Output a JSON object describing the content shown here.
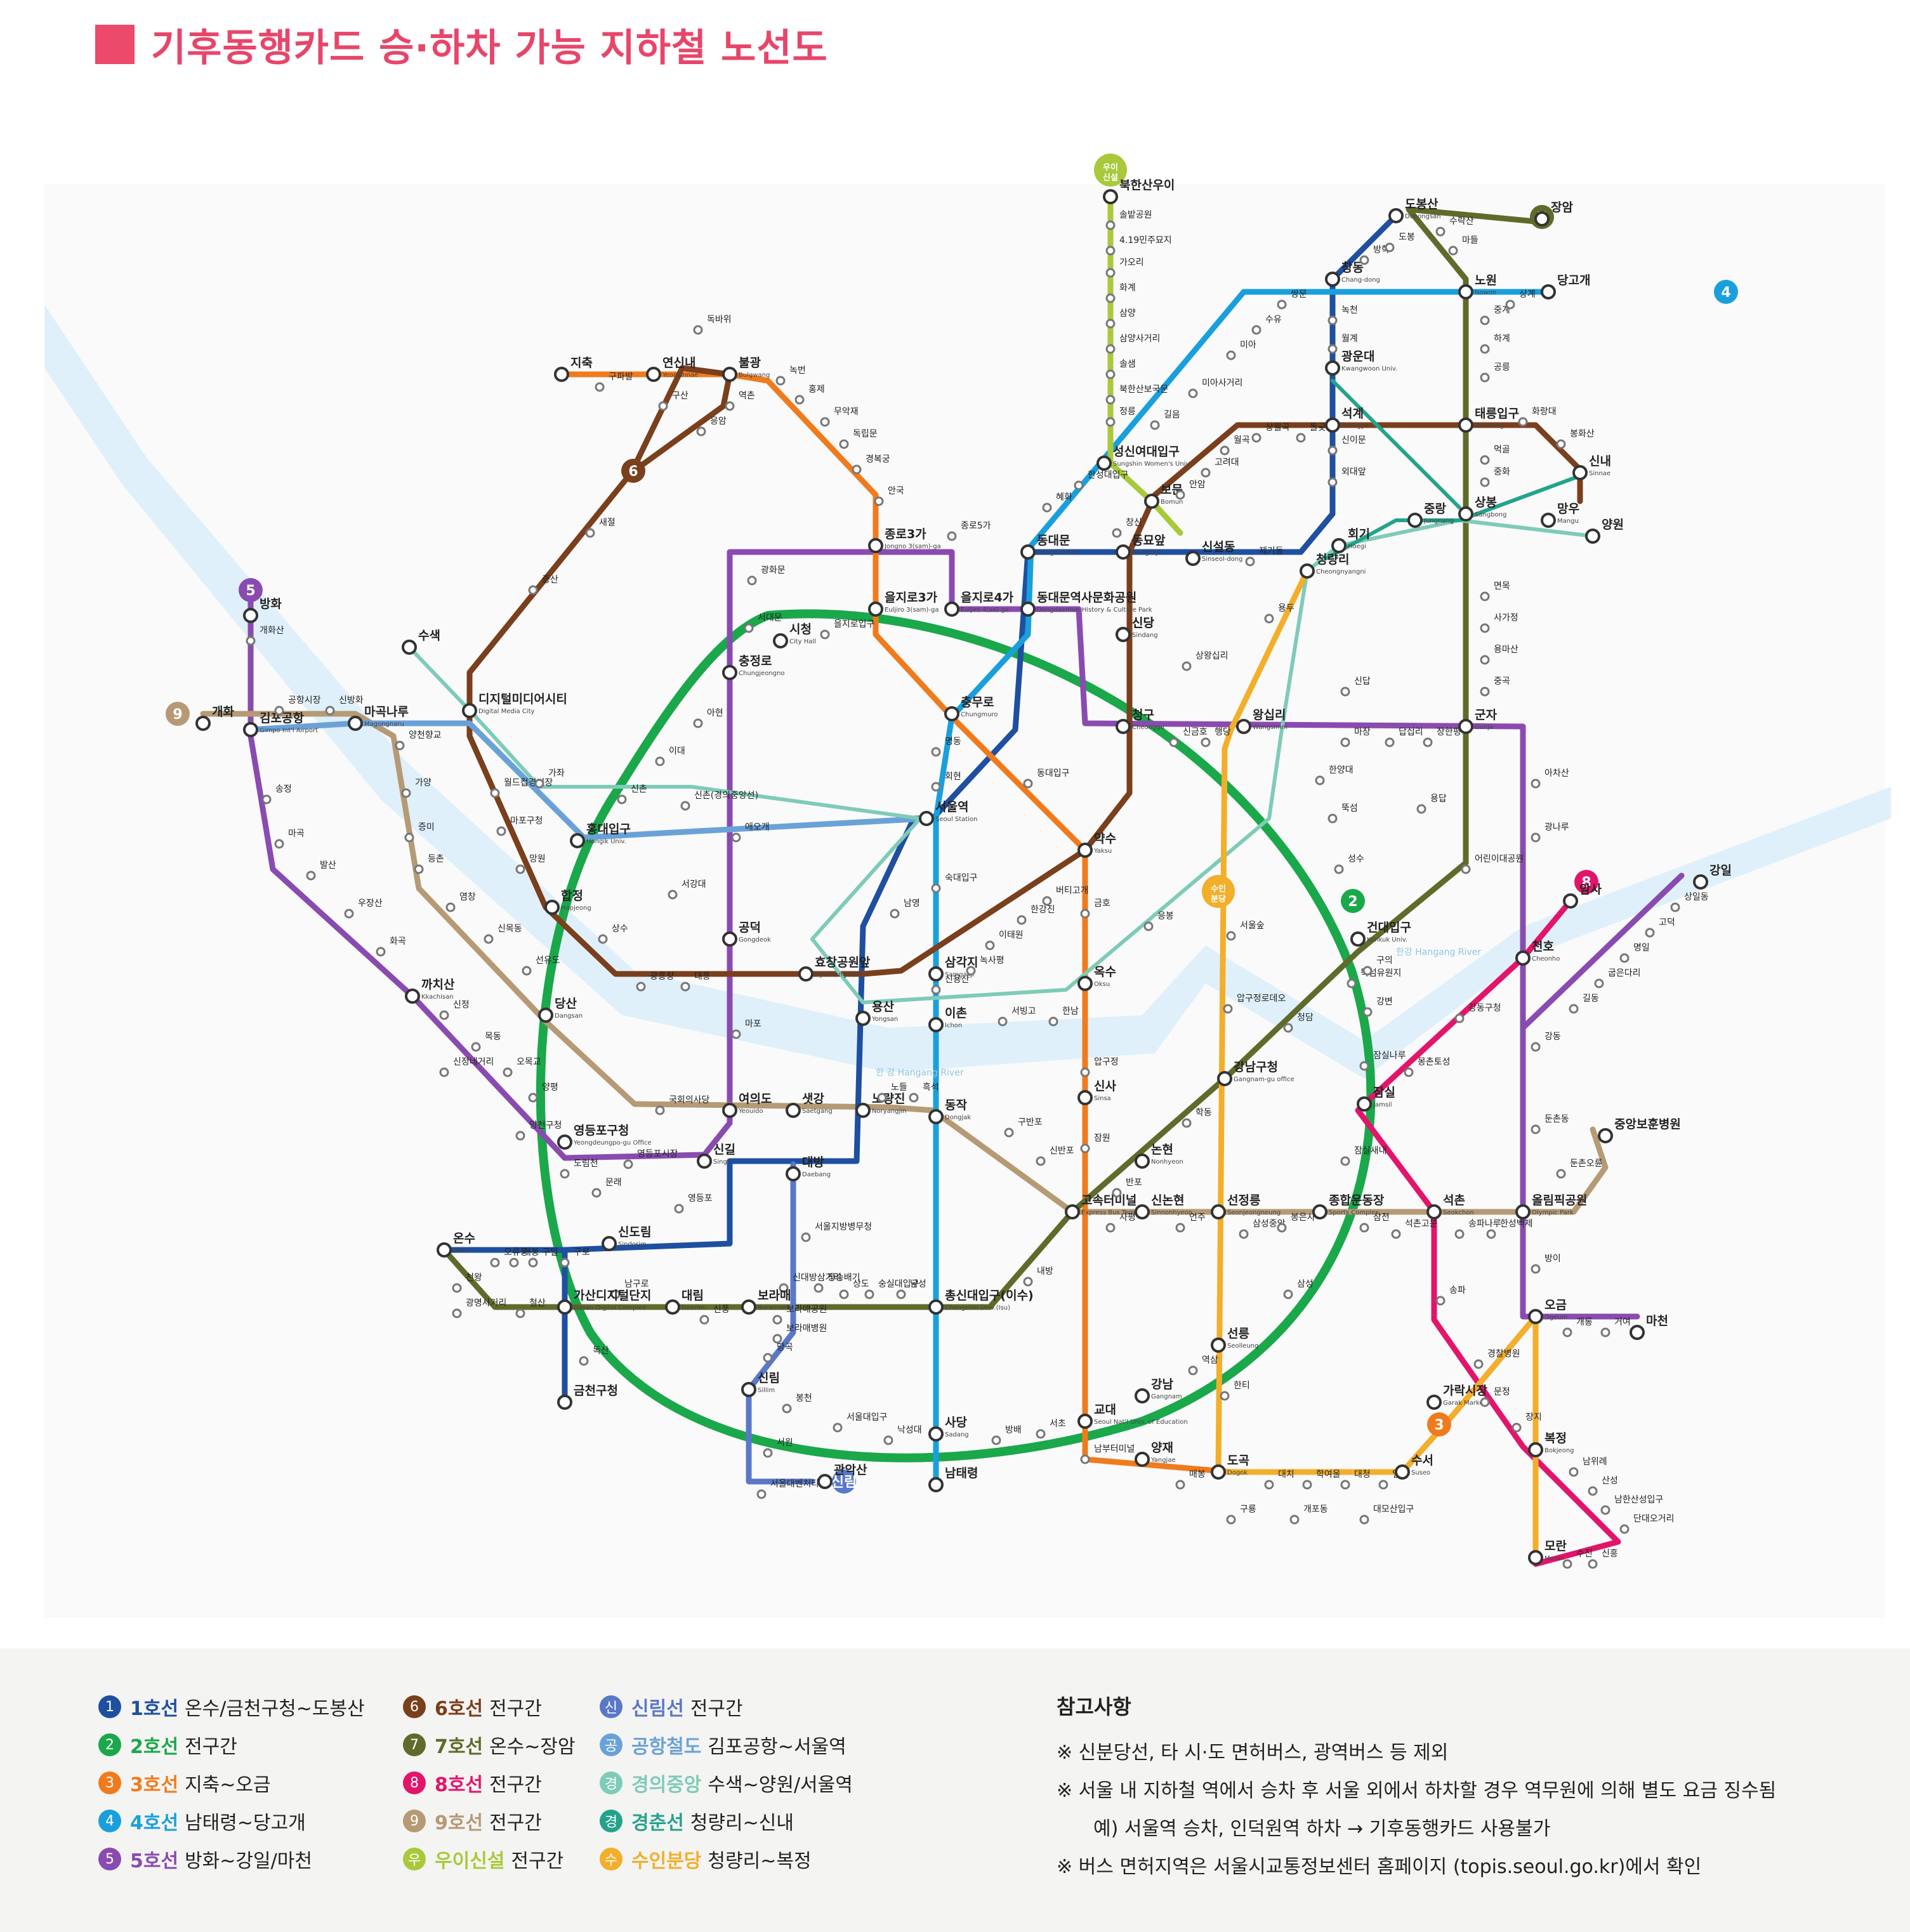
{
  "title": "기후동행카드 승·하차 가능 지하철 노선도",
  "colors": {
    "title": "#e7466a",
    "line1": "#1e4fa0",
    "line2": "#1aa84b",
    "line3": "#f07b1d",
    "line4": "#19a0dc",
    "line5": "#8a4bb0",
    "line6": "#7a3f1c",
    "line7": "#5f6b2a",
    "line8": "#e3156b",
    "line9": "#b59a75",
    "airport": "#6aa2d8",
    "gyeongui": "#7ecbb8",
    "gyeongchun": "#24a38c",
    "ui": "#a9c93a",
    "suin": "#f3ae2a",
    "sillim": "#5a78c8",
    "river": "#dff0fa"
  },
  "line_badges": [
    {
      "id": "line5",
      "text": "5"
    },
    {
      "id": "line9",
      "text": "9"
    },
    {
      "id": "line6",
      "text": "6"
    },
    {
      "id": "line7",
      "text": "7"
    },
    {
      "id": "line4",
      "text": "4"
    },
    {
      "id": "line2",
      "text": "2"
    },
    {
      "id": "line8",
      "text": "8"
    },
    {
      "id": "line3",
      "text": "3"
    },
    {
      "id": "ui",
      "text": "우이\n신설"
    },
    {
      "id": "sillim",
      "text": "신림"
    },
    {
      "id": "suin",
      "text": "수인\n분당"
    }
  ],
  "stations": [
    {
      "name": "방화",
      "en": ""
    },
    {
      "name": "개화산",
      "en": ""
    },
    {
      "name": "김포공항",
      "en": "Gimpo Int'l Airport"
    },
    {
      "name": "공항시장",
      "en": ""
    },
    {
      "name": "신방화",
      "en": ""
    },
    {
      "name": "마곡나루",
      "en": "Magongnaru"
    },
    {
      "name": "양천향교",
      "en": ""
    },
    {
      "name": "가양",
      "en": ""
    },
    {
      "name": "증미",
      "en": ""
    },
    {
      "name": "등촌",
      "en": ""
    },
    {
      "name": "염창",
      "en": ""
    },
    {
      "name": "신목동",
      "en": ""
    },
    {
      "name": "선유도",
      "en": ""
    },
    {
      "name": "당산",
      "en": "Dangsan"
    },
    {
      "name": "국회의사당",
      "en": ""
    },
    {
      "name": "여의도",
      "en": "Yeouido"
    },
    {
      "name": "샛강",
      "en": "Saetgang"
    },
    {
      "name": "노량진",
      "en": "Noryangjin"
    },
    {
      "name": "노들",
      "en": ""
    },
    {
      "name": "흑석",
      "en": ""
    },
    {
      "name": "동작",
      "en": "Dongjak"
    },
    {
      "name": "구반포",
      "en": ""
    },
    {
      "name": "신반포",
      "en": ""
    },
    {
      "name": "고속터미널",
      "en": "Express Bus Terminal"
    },
    {
      "name": "사평",
      "en": ""
    },
    {
      "name": "신논현",
      "en": "Sinnonhyeon"
    },
    {
      "name": "언주",
      "en": ""
    },
    {
      "name": "선정릉",
      "en": "Seonjeongneung"
    },
    {
      "name": "삼성중앙",
      "en": ""
    },
    {
      "name": "봉은사",
      "en": ""
    },
    {
      "name": "종합운동장",
      "en": "Sports Complex"
    },
    {
      "name": "삼전",
      "en": ""
    },
    {
      "name": "석촌고분",
      "en": ""
    },
    {
      "name": "석촌",
      "en": "Seokchon"
    },
    {
      "name": "송파나루",
      "en": ""
    },
    {
      "name": "한성백제",
      "en": ""
    },
    {
      "name": "올림픽공원",
      "en": "Olympic Park"
    },
    {
      "name": "둔촌오륜",
      "en": ""
    },
    {
      "name": "중앙보훈병원",
      "en": ""
    },
    {
      "name": "개화",
      "en": ""
    },
    {
      "name": "송정",
      "en": ""
    },
    {
      "name": "마곡",
      "en": ""
    },
    {
      "name": "발산",
      "en": ""
    },
    {
      "name": "우장산",
      "en": ""
    },
    {
      "name": "화곡",
      "en": ""
    },
    {
      "name": "까치산",
      "en": "Kkachisan"
    },
    {
      "name": "신정",
      "en": ""
    },
    {
      "name": "목동",
      "en": ""
    },
    {
      "name": "오목교",
      "en": ""
    },
    {
      "name": "양평",
      "en": ""
    },
    {
      "name": "영등포구청",
      "en": "Yeongdeungpo-gu Office"
    },
    {
      "name": "영등포시장",
      "en": ""
    },
    {
      "name": "신길",
      "en": "Singil"
    },
    {
      "name": "마포",
      "en": ""
    },
    {
      "name": "공덕",
      "en": "Gongdeok"
    },
    {
      "name": "애오개",
      "en": ""
    },
    {
      "name": "충정로",
      "en": "Chungjeongno"
    },
    {
      "name": "서대문",
      "en": ""
    },
    {
      "name": "광화문",
      "en": ""
    },
    {
      "name": "종로3가",
      "en": "Jongno 3(sam)-ga"
    },
    {
      "name": "을지로4가",
      "en": "Euljiro 4(sa)-ga"
    },
    {
      "name": "동대문역사문화공원",
      "en": "Dongdaemun History & Culture Park"
    },
    {
      "name": "청구",
      "en": "Cheonggu"
    },
    {
      "name": "신금호",
      "en": ""
    },
    {
      "name": "행당",
      "en": ""
    },
    {
      "name": "왕십리",
      "en": "Wangsimni"
    },
    {
      "name": "마장",
      "en": ""
    },
    {
      "name": "답십리",
      "en": ""
    },
    {
      "name": "장한평",
      "en": ""
    },
    {
      "name": "군자",
      "en": "Gunja"
    },
    {
      "name": "아차산",
      "en": ""
    },
    {
      "name": "광나루",
      "en": ""
    },
    {
      "name": "천호",
      "en": "Cheonho"
    },
    {
      "name": "강동",
      "en": ""
    },
    {
      "name": "길동",
      "en": ""
    },
    {
      "name": "굽은다리",
      "en": ""
    },
    {
      "name": "명일",
      "en": ""
    },
    {
      "name": "고덕",
      "en": ""
    },
    {
      "name": "상일동",
      "en": ""
    },
    {
      "name": "강일",
      "en": ""
    },
    {
      "name": "둔촌동",
      "en": ""
    },
    {
      "name": "방이",
      "en": ""
    },
    {
      "name": "오금",
      "en": "Ogeum"
    },
    {
      "name": "개롱",
      "en": ""
    },
    {
      "name": "거여",
      "en": ""
    },
    {
      "name": "마천",
      "en": ""
    },
    {
      "name": "응암",
      "en": ""
    },
    {
      "name": "역촌",
      "en": ""
    },
    {
      "name": "불광",
      "en": "Bulgwang"
    },
    {
      "name": "독바위",
      "en": ""
    },
    {
      "name": "연신내",
      "en": "Yeonsinnae"
    },
    {
      "name": "구산",
      "en": ""
    },
    {
      "name": "새절",
      "en": ""
    },
    {
      "name": "증산",
      "en": ""
    },
    {
      "name": "디지털미디어시티",
      "en": "Digital Media City"
    },
    {
      "name": "월드컵경기장",
      "en": ""
    },
    {
      "name": "마포구청",
      "en": ""
    },
    {
      "name": "망원",
      "en": ""
    },
    {
      "name": "합정",
      "en": "Hapjeong"
    },
    {
      "name": "상수",
      "en": ""
    },
    {
      "name": "광흥창",
      "en": ""
    },
    {
      "name": "대흥",
      "en": ""
    },
    {
      "name": "효창공원앞",
      "en": "Hyochang Park"
    },
    {
      "name": "삼각지",
      "en": "Samgakji"
    },
    {
      "name": "녹사평",
      "en": ""
    },
    {
      "name": "이태원",
      "en": ""
    },
    {
      "name": "한강진",
      "en": ""
    },
    {
      "name": "버티고개",
      "en": ""
    },
    {
      "name": "약수",
      "en": "Yaksu"
    },
    {
      "name": "신당",
      "en": "Sindang"
    },
    {
      "name": "동묘앞",
      "en": "Dongmyo"
    },
    {
      "name": "창신",
      "en": ""
    },
    {
      "name": "보문",
      "en": "Bomun"
    },
    {
      "name": "안암",
      "en": ""
    },
    {
      "name": "고려대",
      "en": ""
    },
    {
      "name": "월곡",
      "en": ""
    },
    {
      "name": "상월곡",
      "en": ""
    },
    {
      "name": "돌곶이",
      "en": ""
    },
    {
      "name": "석계",
      "en": "Seokgye"
    },
    {
      "name": "태릉입구",
      "en": "Taereung"
    },
    {
      "name": "화랑대",
      "en": ""
    },
    {
      "name": "봉화산",
      "en": ""
    },
    {
      "name": "신내",
      "en": "Sinnae"
    },
    {
      "name": "장암",
      "en": ""
    },
    {
      "name": "도봉산",
      "en": "Dobongsan"
    },
    {
      "name": "수락산",
      "en": ""
    },
    {
      "name": "마들",
      "en": ""
    },
    {
      "name": "노원",
      "en": "Nowon"
    },
    {
      "name": "중계",
      "en": ""
    },
    {
      "name": "하계",
      "en": ""
    },
    {
      "name": "공릉",
      "en": ""
    },
    {
      "name": "먹골",
      "en": ""
    },
    {
      "name": "중화",
      "en": ""
    },
    {
      "name": "상봉",
      "en": "Sangbong"
    },
    {
      "name": "면목",
      "en": ""
    },
    {
      "name": "사가정",
      "en": ""
    },
    {
      "name": "용마산",
      "en": ""
    },
    {
      "name": "중곡",
      "en": ""
    },
    {
      "name": "어린이대공원",
      "en": ""
    },
    {
      "name": "건대입구",
      "en": "Konkuk Univ."
    },
    {
      "name": "뚝섬유원지",
      "en": ""
    },
    {
      "name": "청담",
      "en": ""
    },
    {
      "name": "강남구청",
      "en": "Gangnam-gu office"
    },
    {
      "name": "학동",
      "en": ""
    },
    {
      "name": "논현",
      "en": "Nonhyeon"
    },
    {
      "name": "반포",
      "en": ""
    },
    {
      "name": "내방",
      "en": ""
    },
    {
      "name": "총신대입구(이수)",
      "en": "Chongshin Univ.(Isu)"
    },
    {
      "name": "남성",
      "en": ""
    },
    {
      "name": "숭실대입구",
      "en": ""
    },
    {
      "name": "상도",
      "en": ""
    },
    {
      "name": "장승배기",
      "en": ""
    },
    {
      "name": "신대방삼거리",
      "en": ""
    },
    {
      "name": "보라매",
      "en": "Boramae"
    },
    {
      "name": "신풍",
      "en": ""
    },
    {
      "name": "대림",
      "en": "Daerim"
    },
    {
      "name": "남구로",
      "en": ""
    },
    {
      "name": "가산디지털단지",
      "en": "Gasan Digital Complex"
    },
    {
      "name": "철산",
      "en": ""
    },
    {
      "name": "광명사거리",
      "en": ""
    },
    {
      "name": "천왕",
      "en": ""
    },
    {
      "name": "온수",
      "en": "Onsu"
    },
    {
      "name": "오류동",
      "en": ""
    },
    {
      "name": "개봉",
      "en": ""
    },
    {
      "name": "구일",
      "en": ""
    },
    {
      "name": "구로",
      "en": ""
    },
    {
      "name": "신도림",
      "en": "Sindorim"
    },
    {
      "name": "독산",
      "en": ""
    },
    {
      "name": "금천구청",
      "en": ""
    },
    {
      "name": "영등포",
      "en": ""
    },
    {
      "name": "대방",
      "en": "Daebang"
    },
    {
      "name": "서울지방병무청",
      "en": ""
    },
    {
      "name": "보라매공원",
      "en": ""
    },
    {
      "name": "보라매병원",
      "en": ""
    },
    {
      "name": "당곡",
      "en": ""
    },
    {
      "name": "신림",
      "en": "Sillim"
    },
    {
      "name": "서원",
      "en": ""
    },
    {
      "name": "서울대벤처타운",
      "en": ""
    },
    {
      "name": "관악산",
      "en": ""
    },
    {
      "name": "봉천",
      "en": ""
    },
    {
      "name": "서울대입구",
      "en": ""
    },
    {
      "name": "낙성대",
      "en": ""
    },
    {
      "name": "사당",
      "en": "Sadang"
    },
    {
      "name": "방배",
      "en": ""
    },
    {
      "name": "서초",
      "en": ""
    },
    {
      "name": "교대",
      "en": "Seoul Nat'l Univ. of Education"
    },
    {
      "name": "강남",
      "en": "Gangnam"
    },
    {
      "name": "역삼",
      "en": ""
    },
    {
      "name": "선릉",
      "en": "Seolleung"
    },
    {
      "name": "삼성",
      "en": ""
    },
    {
      "name": "잠실새내",
      "en": ""
    },
    {
      "name": "잠실",
      "en": "Jamsil"
    },
    {
      "name": "잠실나루",
      "en": ""
    },
    {
      "name": "강변",
      "en": ""
    },
    {
      "name": "구의",
      "en": ""
    },
    {
      "name": "성수",
      "en": ""
    },
    {
      "name": "뚝섬",
      "en": ""
    },
    {
      "name": "한양대",
      "en": ""
    },
    {
      "name": "용답",
      "en": ""
    },
    {
      "name": "신답",
      "en": ""
    },
    {
      "name": "용두",
      "en": ""
    },
    {
      "name": "신설동",
      "en": "Sinseol-dong"
    },
    {
      "name": "상왕십리",
      "en": ""
    },
    {
      "name": "신당",
      "en": ""
    },
    {
      "name": "을지로3가",
      "en": "Euljiro 3(sam)-ga"
    },
    {
      "name": "을지로입구",
      "en": ""
    },
    {
      "name": "시청",
      "en": "City Hall"
    },
    {
      "name": "이대",
      "en": ""
    },
    {
      "name": "아현",
      "en": ""
    },
    {
      "name": "신촌",
      "en": ""
    },
    {
      "name": "홍대입구",
      "en": "Hongik Univ."
    },
    {
      "name": "남태령",
      "en": ""
    },
    {
      "name": "이촌",
      "en": "Ichon"
    },
    {
      "name": "신용산",
      "en": ""
    },
    {
      "name": "숙대입구",
      "en": ""
    },
    {
      "name": "서울역",
      "en": "Seoul Station"
    },
    {
      "name": "회현",
      "en": ""
    },
    {
      "name": "명동",
      "en": ""
    },
    {
      "name": "충무로",
      "en": "Chungmuro"
    },
    {
      "name": "동대입구",
      "en": ""
    },
    {
      "name": "금호",
      "en": ""
    },
    {
      "name": "옥수",
      "en": "Oksu"
    },
    {
      "name": "압구정",
      "en": ""
    },
    {
      "name": "신사",
      "en": "Sinsa"
    },
    {
      "name": "잠원",
      "en": ""
    },
    {
      "name": "남부터미널",
      "en": ""
    },
    {
      "name": "양재",
      "en": "Yangjae"
    },
    {
      "name": "매봉",
      "en": ""
    },
    {
      "name": "도곡",
      "en": "Dogok"
    },
    {
      "name": "대치",
      "en": ""
    },
    {
      "name": "학여울",
      "en": ""
    },
    {
      "name": "대청",
      "en": ""
    },
    {
      "name": "일원",
      "en": ""
    },
    {
      "name": "수서",
      "en": "Suseo"
    },
    {
      "name": "가락시장",
      "en": "Garak Market"
    },
    {
      "name": "경찰병원",
      "en": ""
    },
    {
      "name": "문정",
      "en": ""
    },
    {
      "name": "장지",
      "en": ""
    },
    {
      "name": "복정",
      "en": "Bokjeong"
    },
    {
      "name": "남위례",
      "en": ""
    },
    {
      "name": "산성",
      "en": ""
    },
    {
      "name": "남한산성입구",
      "en": ""
    },
    {
      "name": "단대오거리",
      "en": ""
    },
    {
      "name": "신흥",
      "en": ""
    },
    {
      "name": "수진",
      "en": ""
    },
    {
      "name": "모란",
      "en": "Moran"
    },
    {
      "name": "암사",
      "en": ""
    },
    {
      "name": "몽촌토성",
      "en": ""
    },
    {
      "name": "강동구청",
      "en": ""
    },
    {
      "name": "송파",
      "en": ""
    },
    {
      "name": "구룡",
      "en": ""
    },
    {
      "name": "개포동",
      "en": ""
    },
    {
      "name": "대모산입구",
      "en": ""
    },
    {
      "name": "한티",
      "en": ""
    },
    {
      "name": "압구정로데오",
      "en": ""
    },
    {
      "name": "서울숲",
      "en": ""
    },
    {
      "name": "청량리",
      "en": "Cheongnyangni"
    },
    {
      "name": "회기",
      "en": "Hoegi"
    },
    {
      "name": "중랑",
      "en": "Jungnang"
    },
    {
      "name": "망우",
      "en": "Mangu"
    },
    {
      "name": "양원",
      "en": ""
    },
    {
      "name": "제기동",
      "en": ""
    },
    {
      "name": "동대문",
      "en": "Dongdaemun"
    },
    {
      "name": "종로5가",
      "en": ""
    },
    {
      "name": "외대앞",
      "en": ""
    },
    {
      "name": "신이문",
      "en": ""
    },
    {
      "name": "광운대",
      "en": "Kwangwoon Univ."
    },
    {
      "name": "월계",
      "en": ""
    },
    {
      "name": "녹천",
      "en": ""
    },
    {
      "name": "창동",
      "en": "Chang-dong"
    },
    {
      "name": "방학",
      "en": ""
    },
    {
      "name": "도봉",
      "en": ""
    },
    {
      "name": "쌍문",
      "en": ""
    },
    {
      "name": "수유",
      "en": ""
    },
    {
      "name": "미아",
      "en": ""
    },
    {
      "name": "미아사거리",
      "en": ""
    },
    {
      "name": "길음",
      "en": ""
    },
    {
      "name": "성신여대입구",
      "en": "Sungshin Women's Univ."
    },
    {
      "name": "한성대입구",
      "en": ""
    },
    {
      "name": "혜화",
      "en": ""
    },
    {
      "name": "당고개",
      "en": ""
    },
    {
      "name": "상계",
      "en": ""
    },
    {
      "name": "북한산우이",
      "en": ""
    },
    {
      "name": "솔밭공원",
      "en": ""
    },
    {
      "name": "4.19민주묘지",
      "en": ""
    },
    {
      "name": "가오리",
      "en": ""
    },
    {
      "name": "화계",
      "en": ""
    },
    {
      "name": "삼양",
      "en": ""
    },
    {
      "name": "삼양사거리",
      "en": ""
    },
    {
      "name": "솔샘",
      "en": ""
    },
    {
      "name": "북한산보국문",
      "en": ""
    },
    {
      "name": "정릉",
      "en": ""
    },
    {
      "name": "지축",
      "en": ""
    },
    {
      "name": "구파발",
      "en": ""
    },
    {
      "name": "녹번",
      "en": ""
    },
    {
      "name": "홍제",
      "en": ""
    },
    {
      "name": "무악재",
      "en": ""
    },
    {
      "name": "독립문",
      "en": ""
    },
    {
      "name": "경복궁",
      "en": ""
    },
    {
      "name": "안국",
      "en": ""
    },
    {
      "name": "수색",
      "en": ""
    },
    {
      "name": "가좌",
      "en": ""
    },
    {
      "name": "신촌(경의중앙선)",
      "en": ""
    },
    {
      "name": "서강대",
      "en": ""
    },
    {
      "name": "용산",
      "en": "Yongsan"
    },
    {
      "name": "남영",
      "en": ""
    },
    {
      "name": "서빙고",
      "en": ""
    },
    {
      "name": "한남",
      "en": ""
    },
    {
      "name": "응봉",
      "en": ""
    },
    {
      "name": "문래",
      "en": ""
    },
    {
      "name": "도림천",
      "en": ""
    },
    {
      "name": "양천구청",
      "en": ""
    },
    {
      "name": "신정네거리",
      "en": ""
    }
  ],
  "background_labels": [
    "한 강 Hangang River",
    "한강 Hangang River"
  ],
  "legend": {
    "column1": [
      {
        "badge": "1",
        "name": "1호선",
        "range": "온수/금천구청~도봉산",
        "color": "#1e4fa0"
      },
      {
        "badge": "2",
        "name": "2호선",
        "range": "전구간",
        "color": "#1aa84b"
      },
      {
        "badge": "3",
        "name": "3호선",
        "range": "지축~오금",
        "color": "#f07b1d"
      },
      {
        "badge": "4",
        "name": "4호선",
        "range": "남태령~당고개",
        "color": "#19a0dc"
      },
      {
        "badge": "5",
        "name": "5호선",
        "range": "방화~강일/마천",
        "color": "#8a4bb0"
      }
    ],
    "column2": [
      {
        "badge": "6",
        "name": "6호선",
        "range": "전구간",
        "color": "#7a3f1c"
      },
      {
        "badge": "7",
        "name": "7호선",
        "range": "온수~장암",
        "color": "#5f6b2a"
      },
      {
        "badge": "8",
        "name": "8호선",
        "range": "전구간",
        "color": "#e3156b"
      },
      {
        "badge": "9",
        "name": "9호선",
        "range": "전구간",
        "color": "#b59a75"
      },
      {
        "badge": "우",
        "name": "우이신설",
        "range": "전구간",
        "color": "#a9c93a"
      }
    ],
    "column3": [
      {
        "badge": "신",
        "name": "신림선",
        "range": "전구간",
        "color": "#5a78c8"
      },
      {
        "badge": "공",
        "name": "공항철도",
        "range": "김포공항~서울역",
        "color": "#6aa2d8"
      },
      {
        "badge": "경",
        "name": "경의중앙",
        "range": "수색~양원/서울역",
        "color": "#7ecbb8"
      },
      {
        "badge": "경",
        "name": "경춘선",
        "range": "청량리~신내",
        "color": "#24a38c"
      },
      {
        "badge": "수",
        "name": "수인분당",
        "range": "청량리~복정",
        "color": "#f3ae2a"
      }
    ]
  },
  "notes": {
    "title": "참고사항",
    "lines": [
      "※ 신분당선, 타 시·도 면허버스, 광역버스 등 제외",
      "※ 서울 내 지하철 역에서 승차 후 서울 외에서 하차할 경우 역무원에 의해 별도 요금 징수됨",
      "예) 서울역 승차, 인덕원역 하차 → 기후동행카드 사용불가",
      "※ 버스 면허지역은 서울시교통정보센터 홈페이지 (topis.seoul.go.kr)에서 확인"
    ]
  }
}
